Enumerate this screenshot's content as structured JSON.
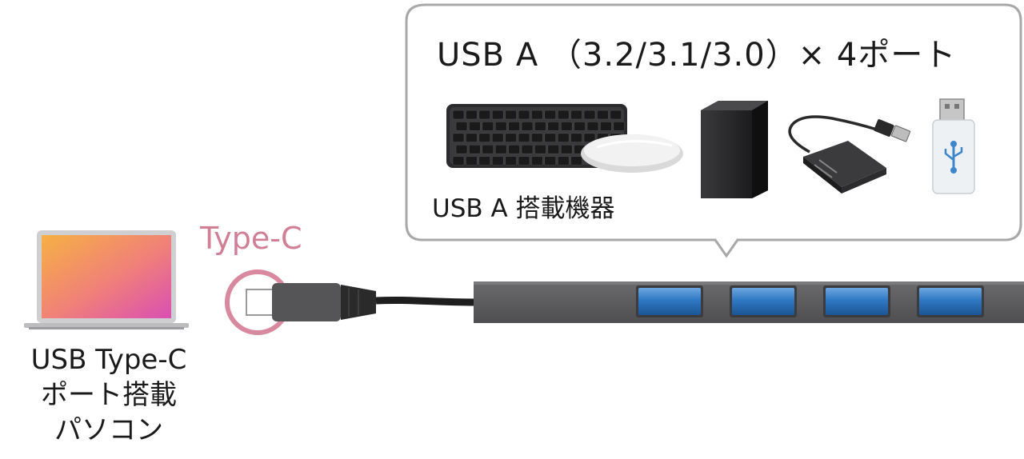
{
  "bubble": {
    "title": "USB A （3.2/3.1/3.0）× 4ポート",
    "device_caption": "USB A 搭載機器",
    "devices": [
      "keyboard-icon",
      "mouse-icon",
      "external-hdd-icon",
      "card-reader-icon",
      "usb-flash-drive-icon"
    ]
  },
  "connector": {
    "label": "Type-C",
    "highlight_color": "#d9899f"
  },
  "laptop": {
    "caption": [
      "USB Type-C",
      "ポート搭載",
      "パソコン"
    ]
  },
  "hub": {
    "port_count": 4,
    "port_color": "#2f78c4",
    "body_color": "#5c5c5f"
  }
}
